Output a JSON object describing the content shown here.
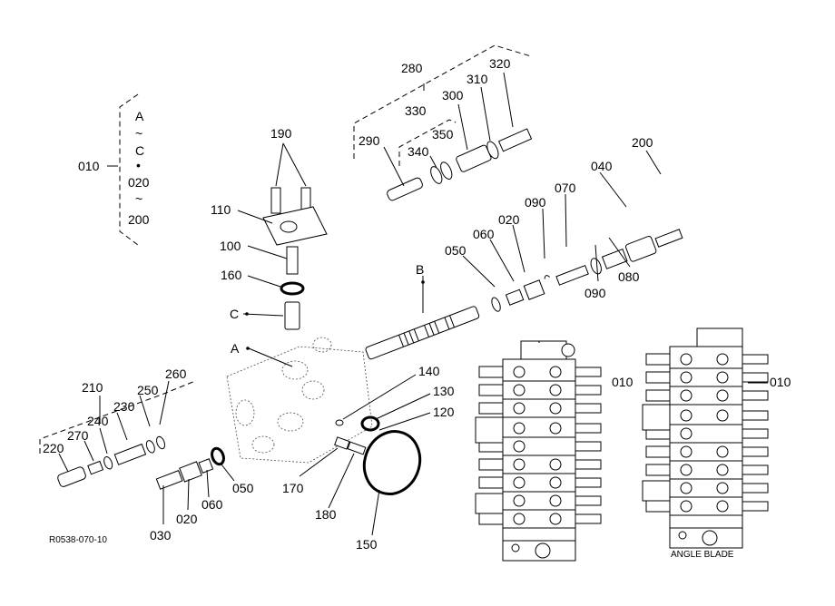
{
  "figure_code": "R0538-070-10",
  "legend_group": {
    "label": "010",
    "lines": [
      "A",
      "~",
      "C",
      "•",
      "020",
      "~",
      "200"
    ]
  },
  "section_labels": {
    "a": "A",
    "b": "B",
    "c": "C"
  },
  "part_labels": {
    "p280": "280",
    "p320": "320",
    "p310": "310",
    "p300": "300",
    "p330": "330",
    "p350": "350",
    "p290": "290",
    "p340": "340",
    "p190": "190",
    "p110": "110",
    "p100": "100",
    "p160": "160",
    "p200": "200",
    "p040": "040",
    "p070": "070",
    "p090a": "090",
    "p020a": "020",
    "p060a": "060",
    "p050a": "050",
    "p090b": "090",
    "p080": "080",
    "p140": "140",
    "p130": "130",
    "p120": "120",
    "p210": "210",
    "p260": "260",
    "p250": "250",
    "p230": "230",
    "p240": "240",
    "p270": "270",
    "p220": "220",
    "p050b": "050",
    "p060b": "060",
    "p020b": "020",
    "p030": "030",
    "p170": "170",
    "p180": "180",
    "p150": "150"
  },
  "assembly_left": {
    "label": "010"
  },
  "assembly_right": {
    "label": "010",
    "caption": "ANGLE BLADE"
  }
}
